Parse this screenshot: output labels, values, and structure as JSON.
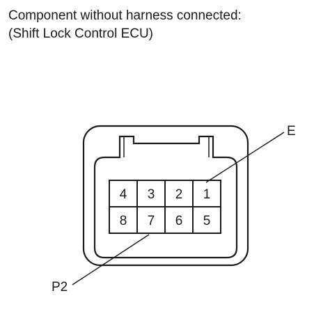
{
  "title": {
    "line1": "Component without harness connected:",
    "line2": "(Shift Lock Control ECU)"
  },
  "connector": {
    "pins_top": [
      "4",
      "3",
      "2",
      "1"
    ],
    "pins_bottom": [
      "8",
      "7",
      "6",
      "5"
    ]
  },
  "callouts": {
    "e_label": "E",
    "p2_label": "P2"
  }
}
